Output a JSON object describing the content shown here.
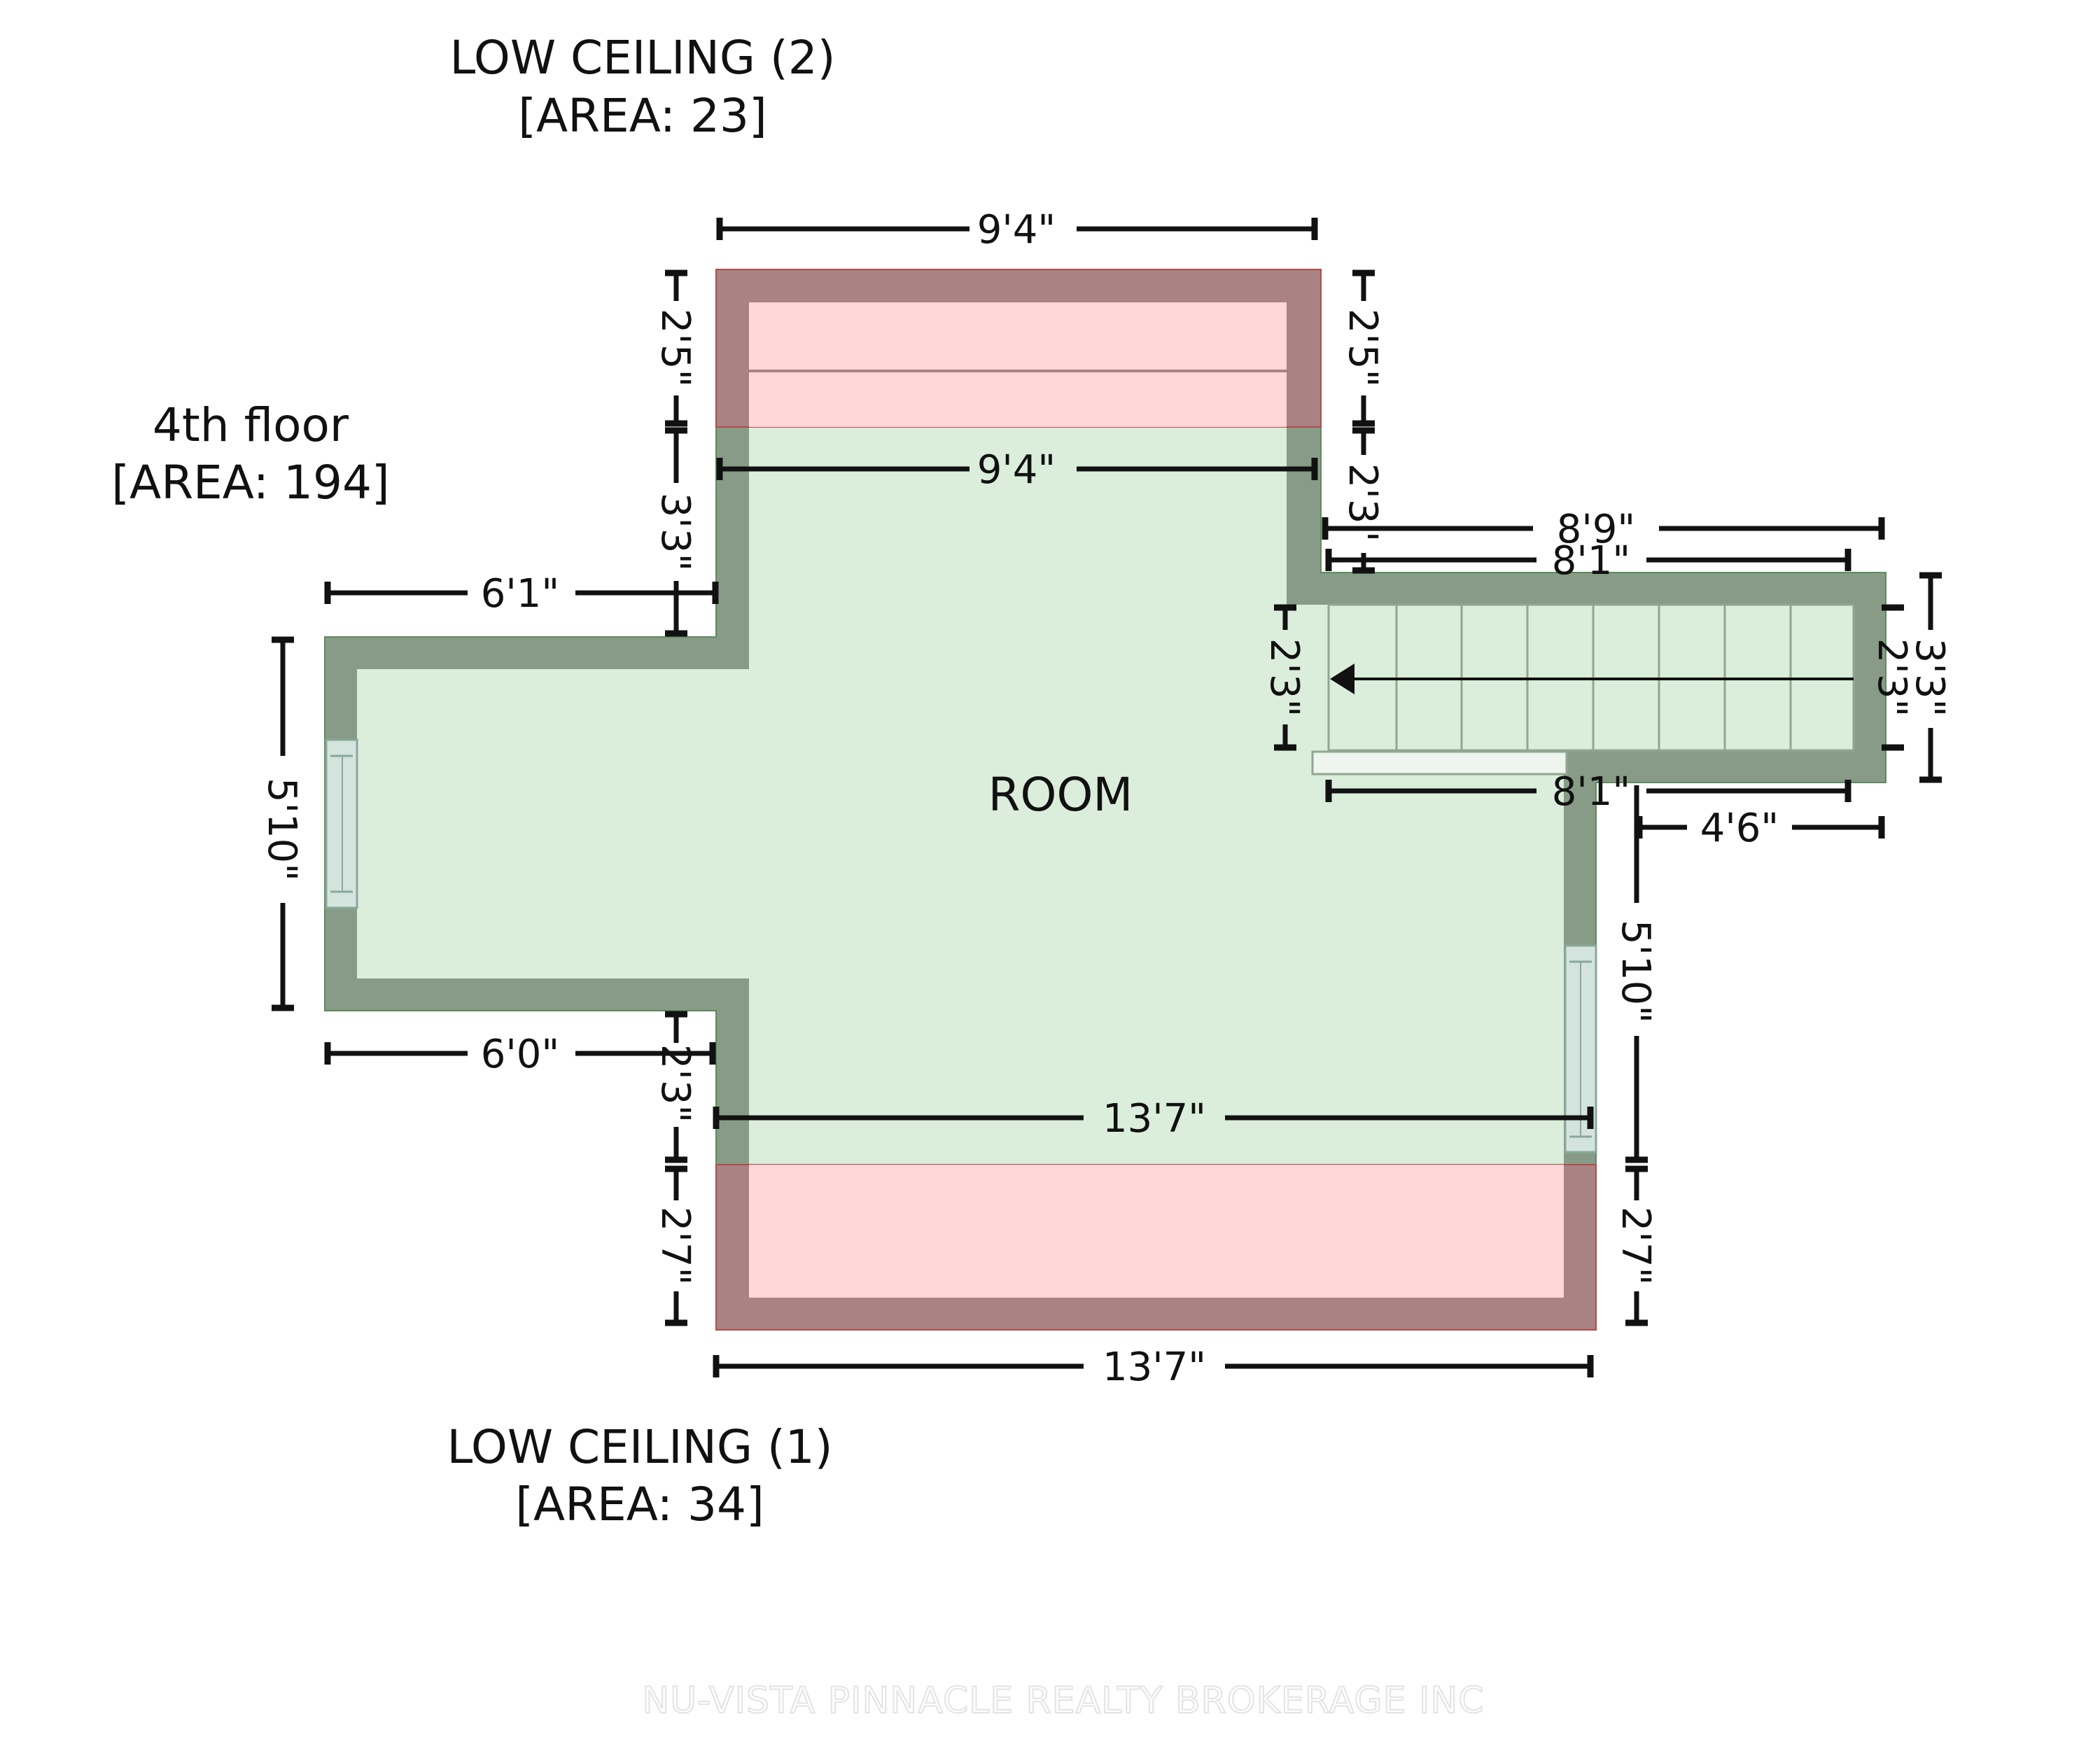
{
  "floor": {
    "name": "4th floor",
    "area": "[AREA: 194]"
  },
  "room": {
    "name": "ROOM"
  },
  "low_ceiling_1": {
    "name": "LOW CEILING (1)",
    "area": "[AREA: 34]"
  },
  "low_ceiling_2": {
    "name": "LOW CEILING (2)",
    "area": "[AREA: 23]"
  },
  "dimensions": {
    "top_width_outer": "9'4\"",
    "top_width_inner": "9'4\"",
    "left_top_ext_height": "2'5\"",
    "right_top_ext_height": "2'5\"",
    "left_upper_height": "3'3\"",
    "right_upper_height": "2'3\"",
    "left_wing_top_width": "6'1\"",
    "left_wing_height": "5'10\"",
    "left_wing_bottom_width": "6'0\"",
    "left_lower_height": "2'3\"",
    "bottom_inner_width": "13'7\"",
    "bottom_outer_width": "13'7\"",
    "left_bottom_ext_height": "2'7\"",
    "right_bottom_ext_height": "2'7\"",
    "right_lower_height": "5'10\"",
    "stair_outer_width": "8'9\"",
    "stair_inner_width_top": "8'1\"",
    "stair_inner_width_bottom": "8'1\"",
    "stair_inner_height_left": "2'3\"",
    "stair_inner_height_right": "2'3\"",
    "stair_outer_height": "3'3\"",
    "stair_offset_width": "4'6\""
  },
  "watermark": "NU-VISTA PINNACLE REALTY BROKERAGE INC",
  "colors": {
    "room_fill": "#dbeddb",
    "room_wall": "#879b87",
    "low_ceiling_fill": "#ffd7d7",
    "low_ceiling_wall": "#a98383",
    "window_fill": "#d3e4de"
  }
}
